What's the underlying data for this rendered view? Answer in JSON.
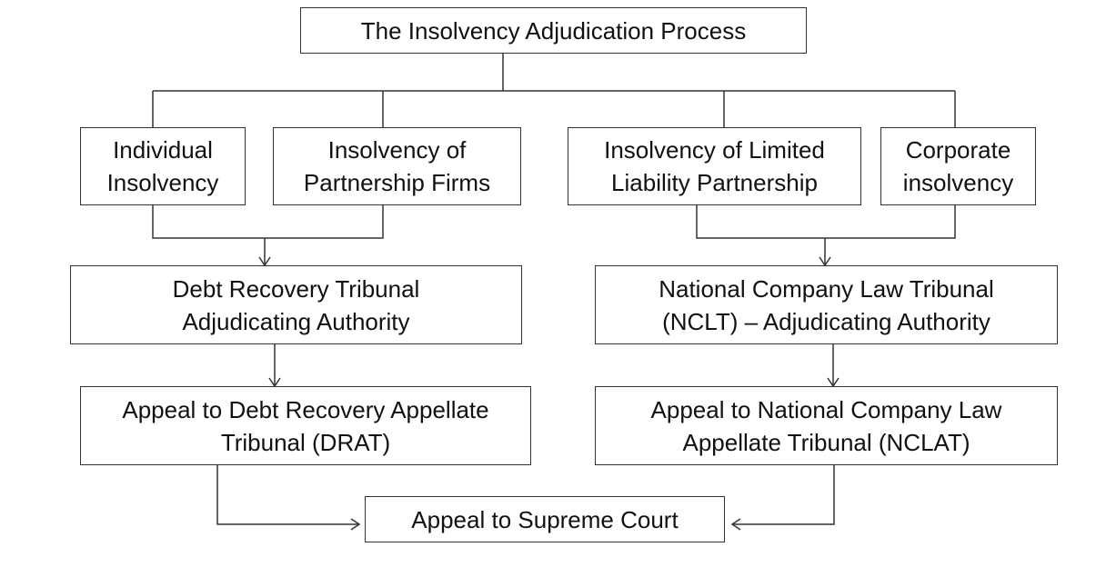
{
  "diagram": {
    "title": "The Insolvency Adjudication Process",
    "individual": {
      "line1": "Individual",
      "line2": "Insolvency"
    },
    "partnership": {
      "line1": "Insolvency of",
      "line2": "Partnership Firms"
    },
    "llp": {
      "line1": "Insolvency of Limited",
      "line2": "Liability Partnership"
    },
    "corporate": {
      "line1": "Corporate",
      "line2": "insolvency"
    },
    "drt": {
      "line1": "Debt Recovery Tribunal",
      "line2": "Adjudicating Authority"
    },
    "nclt": {
      "line1": "National Company Law Tribunal",
      "line2": "(NCLT) – Adjudicating Authority"
    },
    "drat": {
      "line1": "Appeal to Debt Recovery Appellate",
      "line2": "Tribunal (DRAT)"
    },
    "nclat": {
      "line1": "Appeal to National Company Law",
      "line2": "Appellate Tribunal (NCLAT)"
    },
    "supreme_court": "Appeal to Supreme Court"
  },
  "colors": {
    "line": "#333333",
    "text": "#111111",
    "background": "#ffffff"
  }
}
